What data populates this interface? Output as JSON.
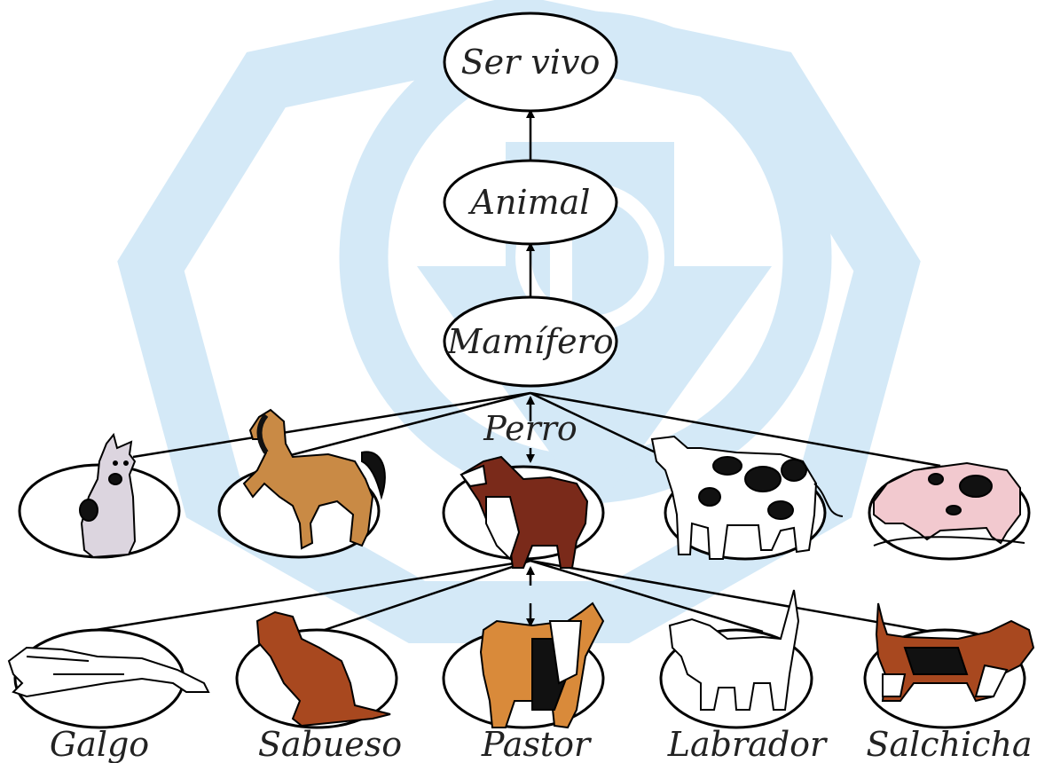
{
  "hierarchy": {
    "root": "Ser vivo",
    "level2": "Animal",
    "level3": "Mamífero",
    "focus_label": "Perro",
    "breeds": [
      "Galgo",
      "Sabueso",
      "Pastor",
      "Labrador",
      "Salchicha"
    ]
  },
  "mammals": [
    "cat",
    "horse",
    "collie-dog",
    "cow",
    "pig"
  ],
  "colors": {
    "watermark": "#cfe6f6",
    "stroke": "#000000",
    "text": "#222222",
    "horse": "#c98a45",
    "collie": "#7a2a1a",
    "sabueso": "#a8481f",
    "akita": "#d98a3a",
    "cow_spots": "#111111",
    "pig": "#f2c9cf",
    "cat": "#d9d2dc"
  }
}
